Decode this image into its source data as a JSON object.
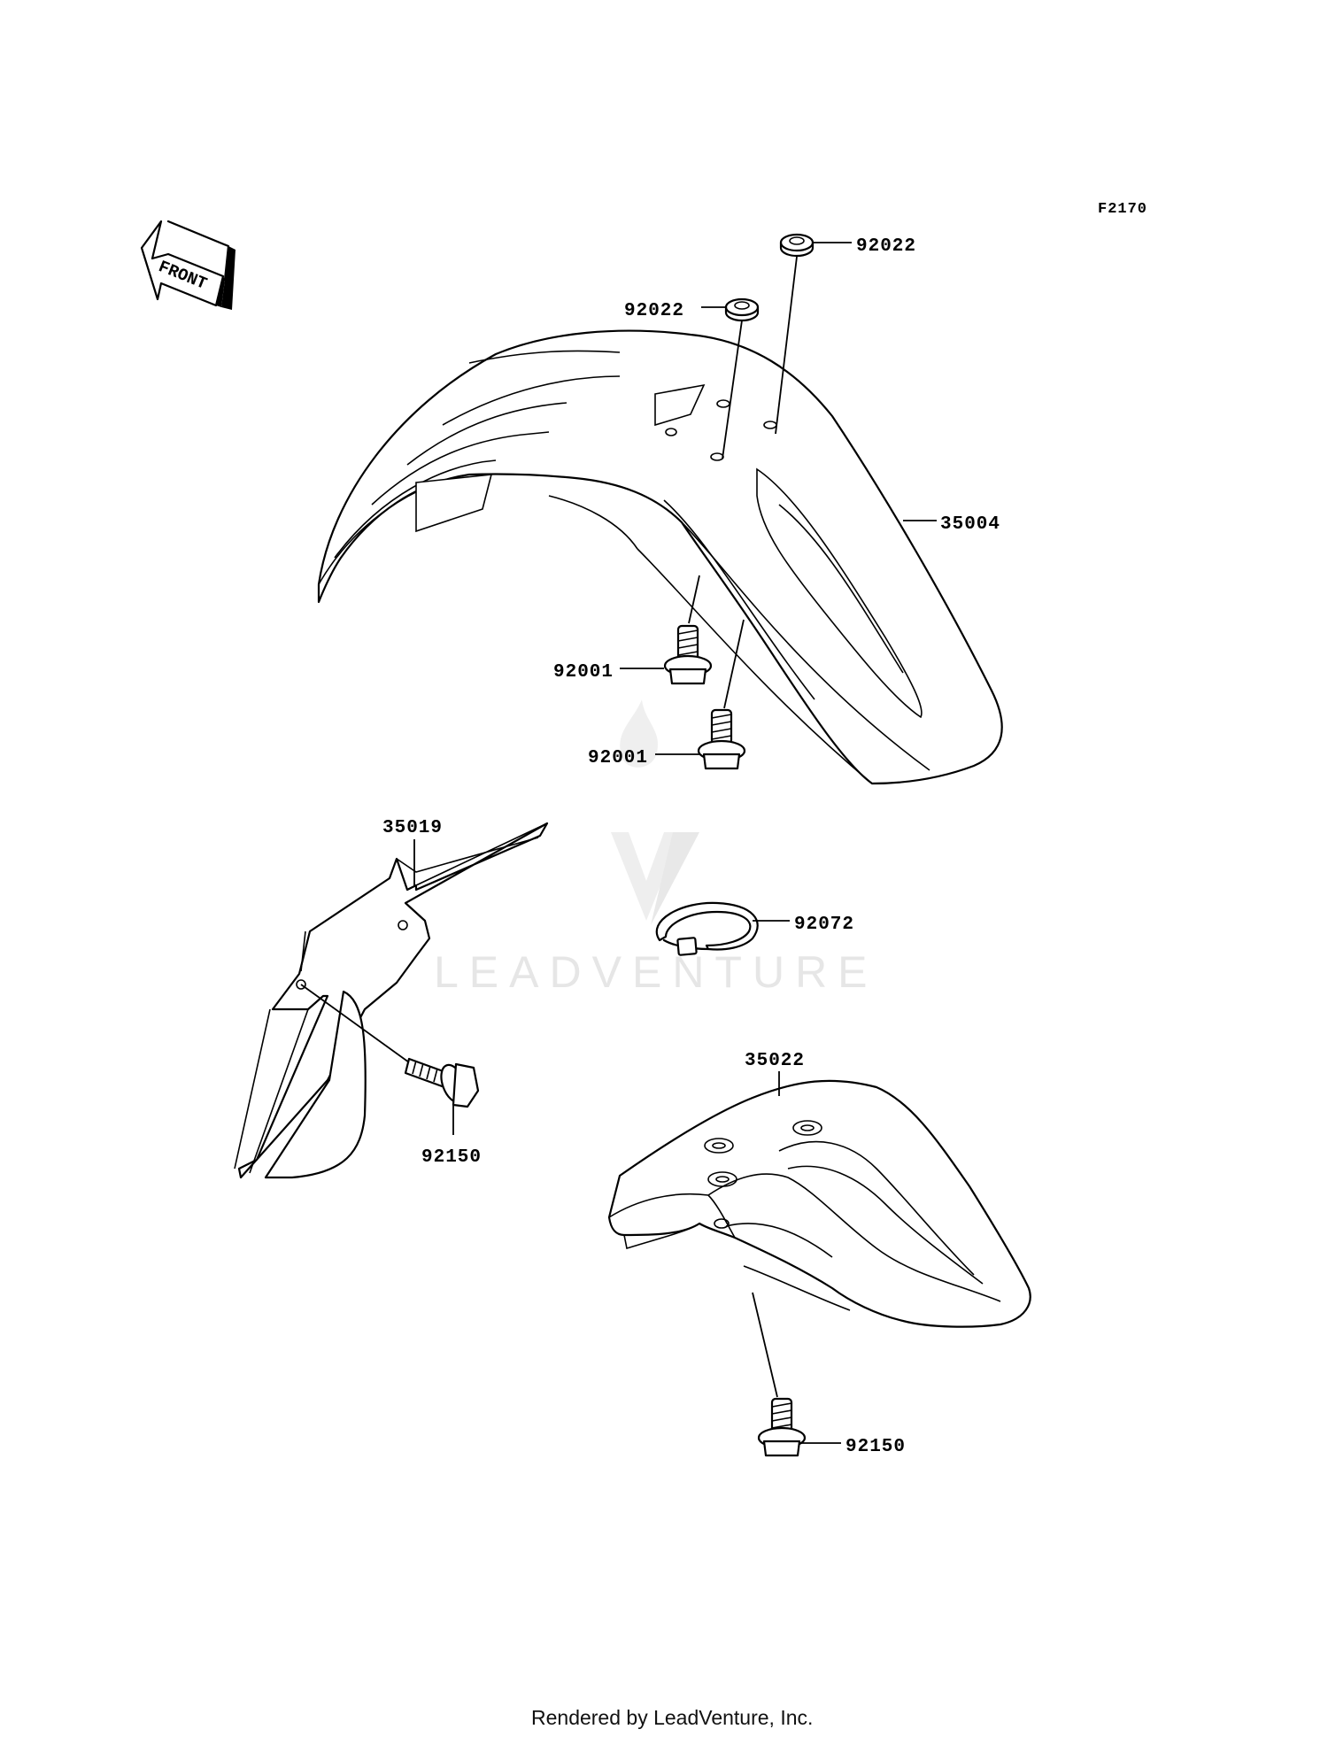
{
  "figure": {
    "code": "F2170",
    "front_label": "FRONT",
    "watermark": "LEADVENTURE",
    "credit": "Rendered by LeadVenture, Inc."
  },
  "callouts": [
    {
      "id": "c1",
      "part_no": "92022"
    },
    {
      "id": "c2",
      "part_no": "92022"
    },
    {
      "id": "c3",
      "part_no": "35004"
    },
    {
      "id": "c4",
      "part_no": "92001"
    },
    {
      "id": "c5",
      "part_no": "92001"
    },
    {
      "id": "c6",
      "part_no": "35019"
    },
    {
      "id": "c7",
      "part_no": "92072"
    },
    {
      "id": "c8",
      "part_no": "35022"
    },
    {
      "id": "c9",
      "part_no": "92150"
    },
    {
      "id": "c10",
      "part_no": "92150"
    }
  ],
  "colors": {
    "line": "#000000",
    "background": "#ffffff",
    "watermark": "#e6e6e6"
  }
}
